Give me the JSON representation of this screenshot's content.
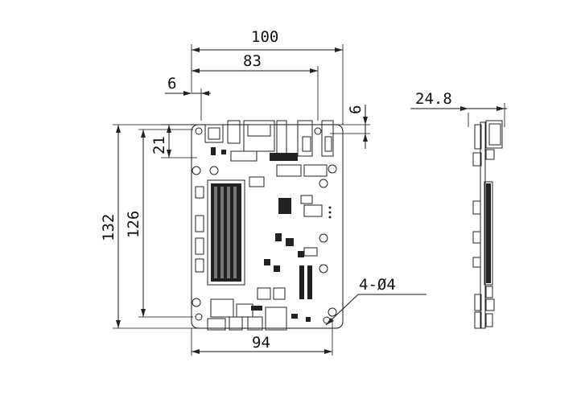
{
  "dimensions": {
    "width_total": "100",
    "width_inner": "83",
    "offset_left": "6",
    "offset_top_right": "6",
    "offset_top_hole": "21",
    "height_total": "132",
    "height_inner": "126",
    "width_bottom": "94",
    "holes": "4-Ø4",
    "side_thickness": "24.8"
  }
}
